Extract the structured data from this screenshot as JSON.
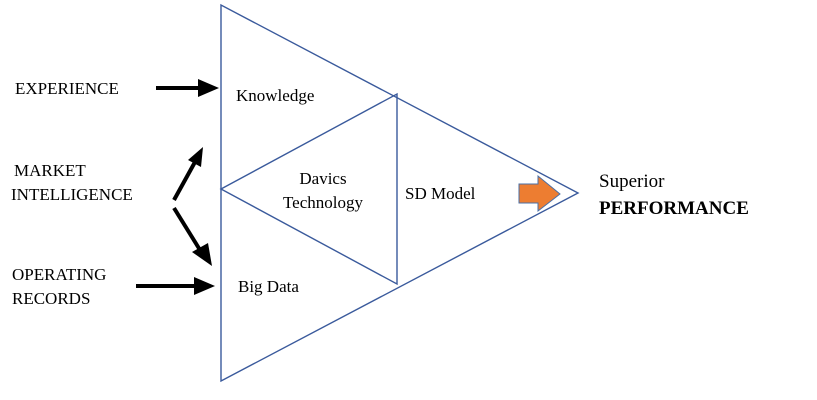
{
  "inputs": {
    "experience": "EXPERIENCE",
    "market_line1": "MARKET",
    "market_line2": "INTELLIGENCE",
    "operating_line1": "OPERATING",
    "operating_line2": "RECORDS"
  },
  "triangle_labels": {
    "knowledge": "Knowledge",
    "davics_line1": "Davics",
    "davics_line2": "Technology",
    "sd_model": "SD Model",
    "big_data": "Big Data"
  },
  "output": {
    "line1": "Superior",
    "line2": "PERFORMANCE"
  },
  "colors": {
    "outline": "#3a5a9c",
    "arrow": "#000000",
    "output_arrow_fill": "#ed7d31",
    "output_arrow_stroke": "#4a6fa5"
  }
}
